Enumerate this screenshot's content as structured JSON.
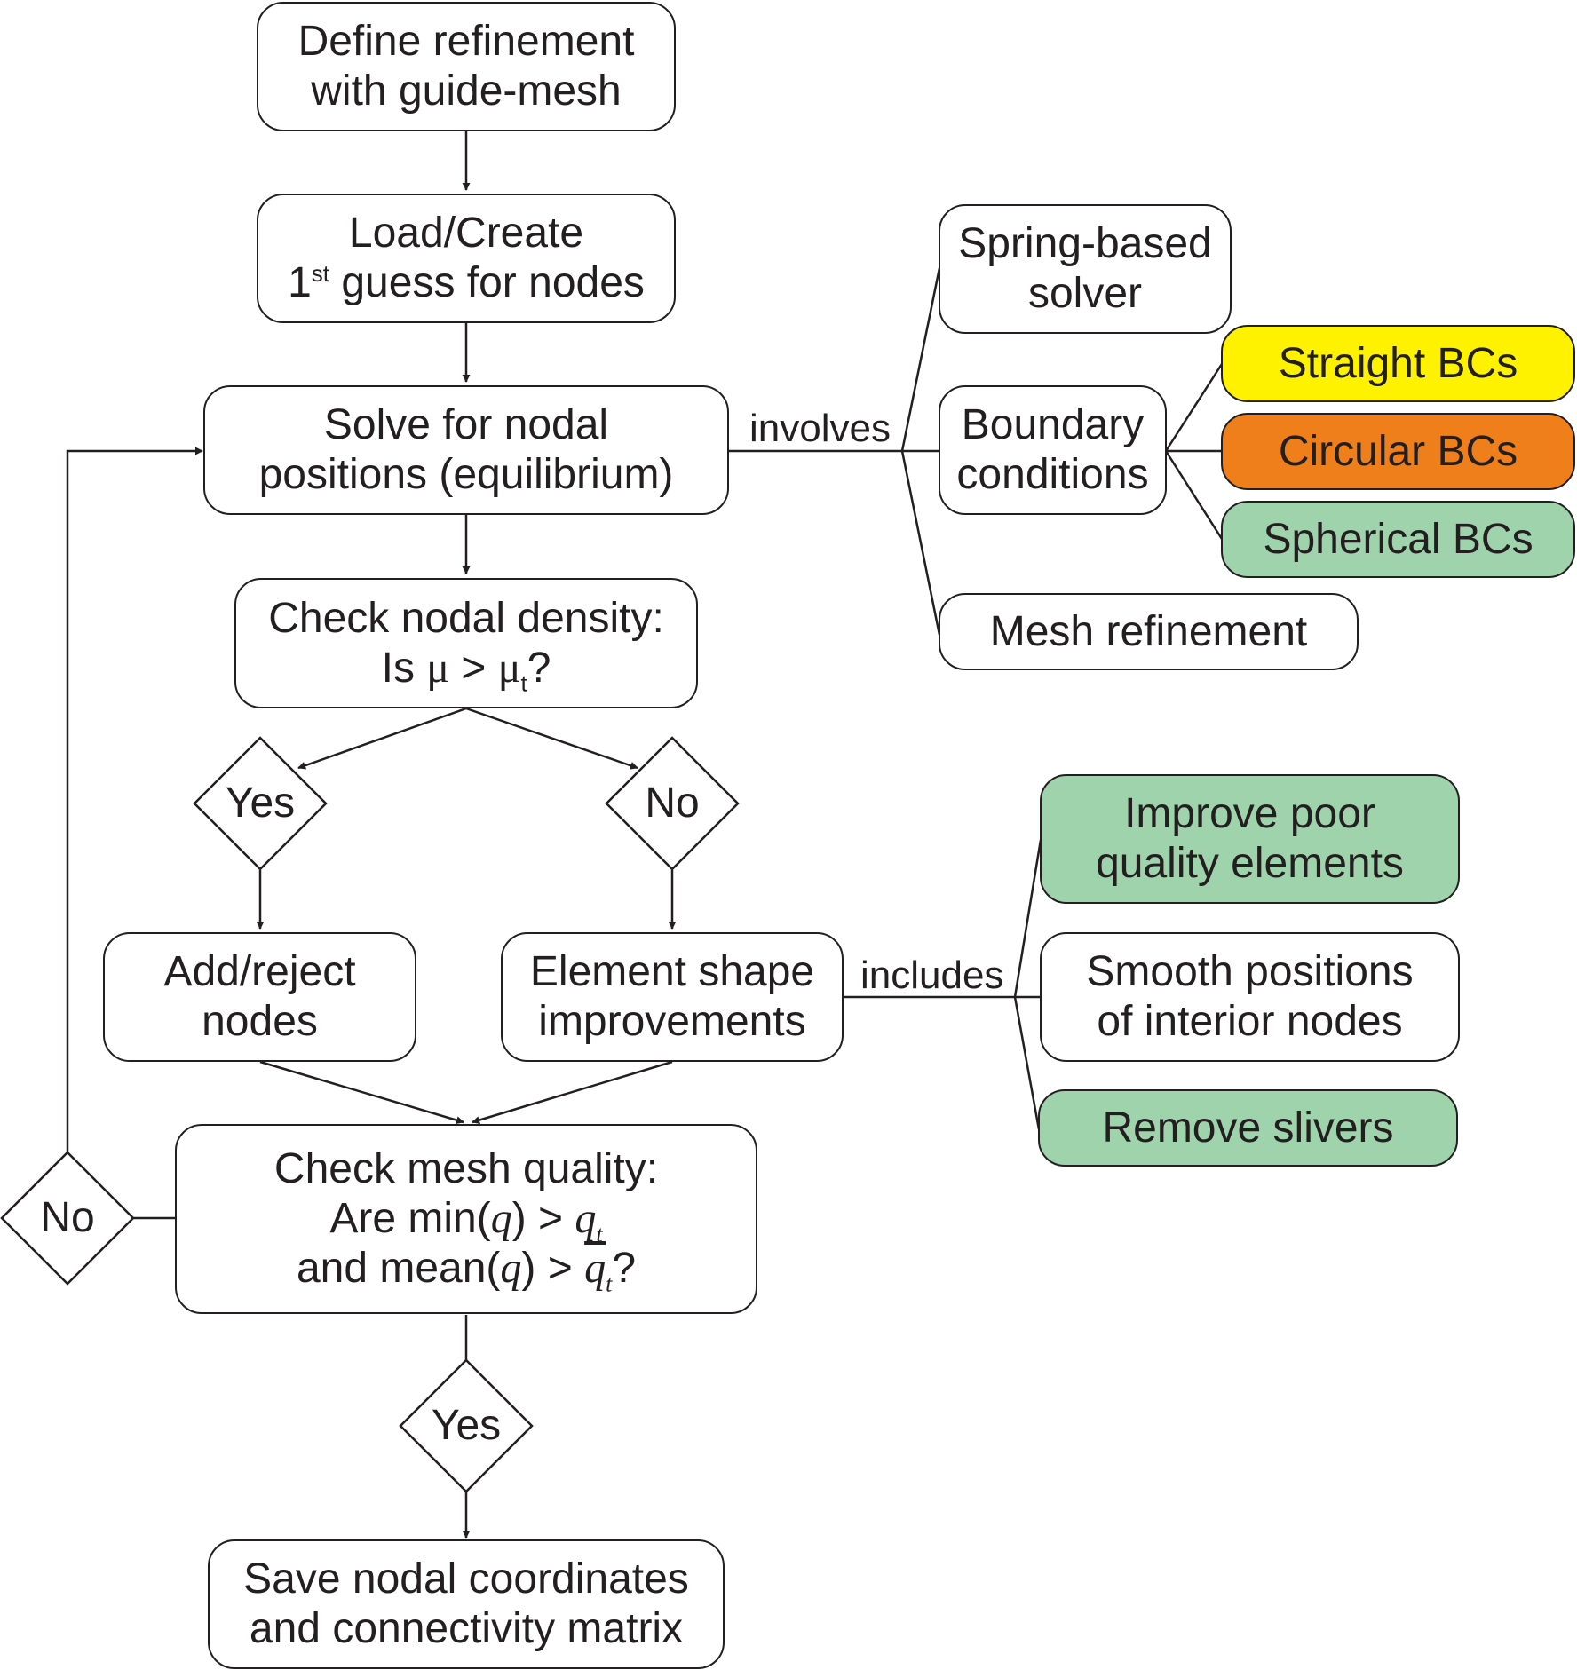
{
  "nodes": {
    "define": {
      "line1": "Define refinement",
      "line2": "with guide-mesh"
    },
    "load": {
      "line1": "Load/Create",
      "ord_num": "1",
      "ord_sup": "st",
      "line2_rest": " guess for nodes"
    },
    "solve": {
      "line1": "Solve for nodal",
      "line2": "positions (equilibrium)"
    },
    "density": {
      "line1": "Check nodal density:",
      "line2_pre": "Is ",
      "mu": "μ",
      "gt": " > ",
      "mu_t": "μ",
      "mu_t_sub": "t",
      "q": "?"
    },
    "addreject": {
      "line1": "Add/reject",
      "line2": "nodes"
    },
    "element": {
      "line1": "Element shape",
      "line2": "improvements"
    },
    "quality": {
      "line1": "Check mesh quality:",
      "line2_pre": "Are min(",
      "q_sym": "q",
      "line2_mid": ") > ",
      "qt_sub": "t",
      "line3_pre": "and mean(",
      "line3_mid": ") > ",
      "qbar": "q",
      "qbar_sub": "t",
      "qmark": "?"
    },
    "save": {
      "line1": "Save nodal coordinates",
      "line2": "and connectivity matrix"
    },
    "spring": {
      "line1": "Spring-based",
      "line2": "solver"
    },
    "boundary": {
      "line1": "Boundary",
      "line2": "conditions"
    },
    "mesh_refinement": {
      "line1": "Mesh refinement"
    },
    "straight": {
      "line1": "Straight BCs"
    },
    "circular": {
      "line1": "Circular BCs"
    },
    "spherical": {
      "line1": "Spherical BCs"
    },
    "improve_poor": {
      "line1": "Improve poor",
      "line2": "quality elements"
    },
    "smooth": {
      "line1": "Smooth positions",
      "line2": "of interior nodes"
    },
    "slivers": {
      "line1": "Remove slivers"
    }
  },
  "decisions": {
    "yes1": "Yes",
    "no1": "No",
    "no2": "No",
    "yes2": "Yes"
  },
  "edge_labels": {
    "involves": "involves",
    "includes": "includes"
  },
  "colors": {
    "stroke": "#231f20",
    "straight_bcs": "#fff200",
    "circular_bcs": "#ef7f1a",
    "green_fill": "#9fd3ac"
  }
}
